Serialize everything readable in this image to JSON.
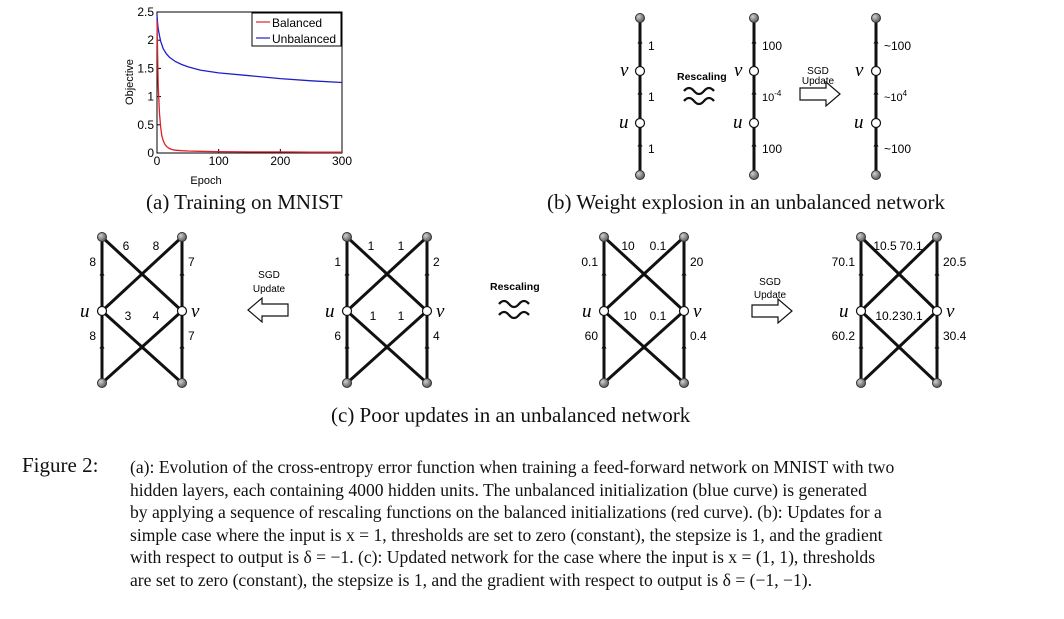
{
  "chart_data": {
    "type": "line",
    "xlabel": "Epoch",
    "ylabel": "Objective",
    "xlim": [
      0,
      300
    ],
    "ylim": [
      0,
      2.5
    ],
    "xticks": [
      "0",
      "100",
      "200",
      "300"
    ],
    "yticks": [
      "0",
      "0.5",
      "1",
      "1.5",
      "2",
      "2.5"
    ],
    "legend_position": "top-right",
    "grid": false,
    "series": [
      {
        "name": "Balanced",
        "color": "#e0202a",
        "x": [
          0,
          2,
          4,
          6,
          8,
          10,
          13,
          16,
          20,
          25,
          30,
          40,
          50,
          70,
          100,
          150,
          200,
          250,
          300
        ],
        "y": [
          2.35,
          1.2,
          0.7,
          0.45,
          0.3,
          0.22,
          0.15,
          0.11,
          0.08,
          0.06,
          0.05,
          0.04,
          0.035,
          0.03,
          0.025,
          0.02,
          0.02,
          0.015,
          0.015
        ]
      },
      {
        "name": "Unbalanced",
        "color": "#2020c8",
        "x": [
          0,
          1,
          2,
          4,
          6,
          10,
          15,
          20,
          30,
          40,
          50,
          70,
          100,
          150,
          200,
          250,
          300
        ],
        "y": [
          2.45,
          2.3,
          2.2,
          2.08,
          1.98,
          1.85,
          1.76,
          1.7,
          1.62,
          1.57,
          1.53,
          1.47,
          1.42,
          1.37,
          1.32,
          1.28,
          1.25
        ]
      }
    ]
  },
  "subcaptions": {
    "a": "(a) Training on MNIST",
    "b": "(b)  Weight explosion in an unbalanced network",
    "c": "(c)  Poor updates in an unbalanced network"
  },
  "panel_b": {
    "nodes": {
      "u": "u",
      "v": "v"
    },
    "arrows": {
      "rescaling": "Rescaling",
      "sgd": "SGD",
      "update": "Update"
    },
    "net1": [
      "1",
      "1",
      "1"
    ],
    "net2": [
      "100",
      "10-4",
      "100"
    ],
    "net3": [
      "~100",
      "~104",
      "~100"
    ]
  },
  "panel_c": {
    "nodes": {
      "u": "u",
      "v": "v"
    },
    "arrows": {
      "rescaling": "Rescaling",
      "sgd": "SGD",
      "update": "Update"
    },
    "net1": {
      "top_left": "8",
      "top_x1": "6",
      "top_x2": "8",
      "top_right": "7",
      "mid_x1": "3",
      "mid_x2": "4",
      "bot_left": "8",
      "bot_right": "7"
    },
    "net2": {
      "top_left": "1",
      "top_x1": "1",
      "top_x2": "1",
      "top_right": "2",
      "mid_x1": "1",
      "mid_x2": "1",
      "bot_left": "6",
      "bot_right": "4"
    },
    "net3": {
      "top_left": "0.1",
      "top_x1": "10",
      "top_x2": "0.1",
      "top_right": "20",
      "mid_x1": "10",
      "mid_x2": "0.1",
      "bot_left": "60",
      "bot_right": "0.4"
    },
    "net4": {
      "top_left": "70.1",
      "top_x1": "10.5",
      "top_x2": "70.1",
      "top_right": "20.5",
      "mid_x1": "10.2",
      "mid_x2": "30.1",
      "bot_left": "60.2",
      "bot_right": "30.4"
    }
  },
  "caption": {
    "label": "Figure 2:",
    "lines": [
      "(a): Evolution of the cross-entropy error function when training a feed-forward network on MNIST with two",
      "hidden layers, each containing 4000 hidden units.  The unbalanced initialization (blue curve) is generated",
      "by applying a sequence of rescaling functions on the balanced initializations (red curve). (b): Updates for a",
      "simple case where the input is x = 1, thresholds are set to zero (constant), the stepsize is 1, and the gradient",
      "with respect to output is δ = −1. (c): Updated network for the case where the input is x = (1, 1), thresholds",
      "are set to zero (constant), the stepsize is 1, and the gradient with respect to output is δ = (−1, −1)."
    ]
  }
}
